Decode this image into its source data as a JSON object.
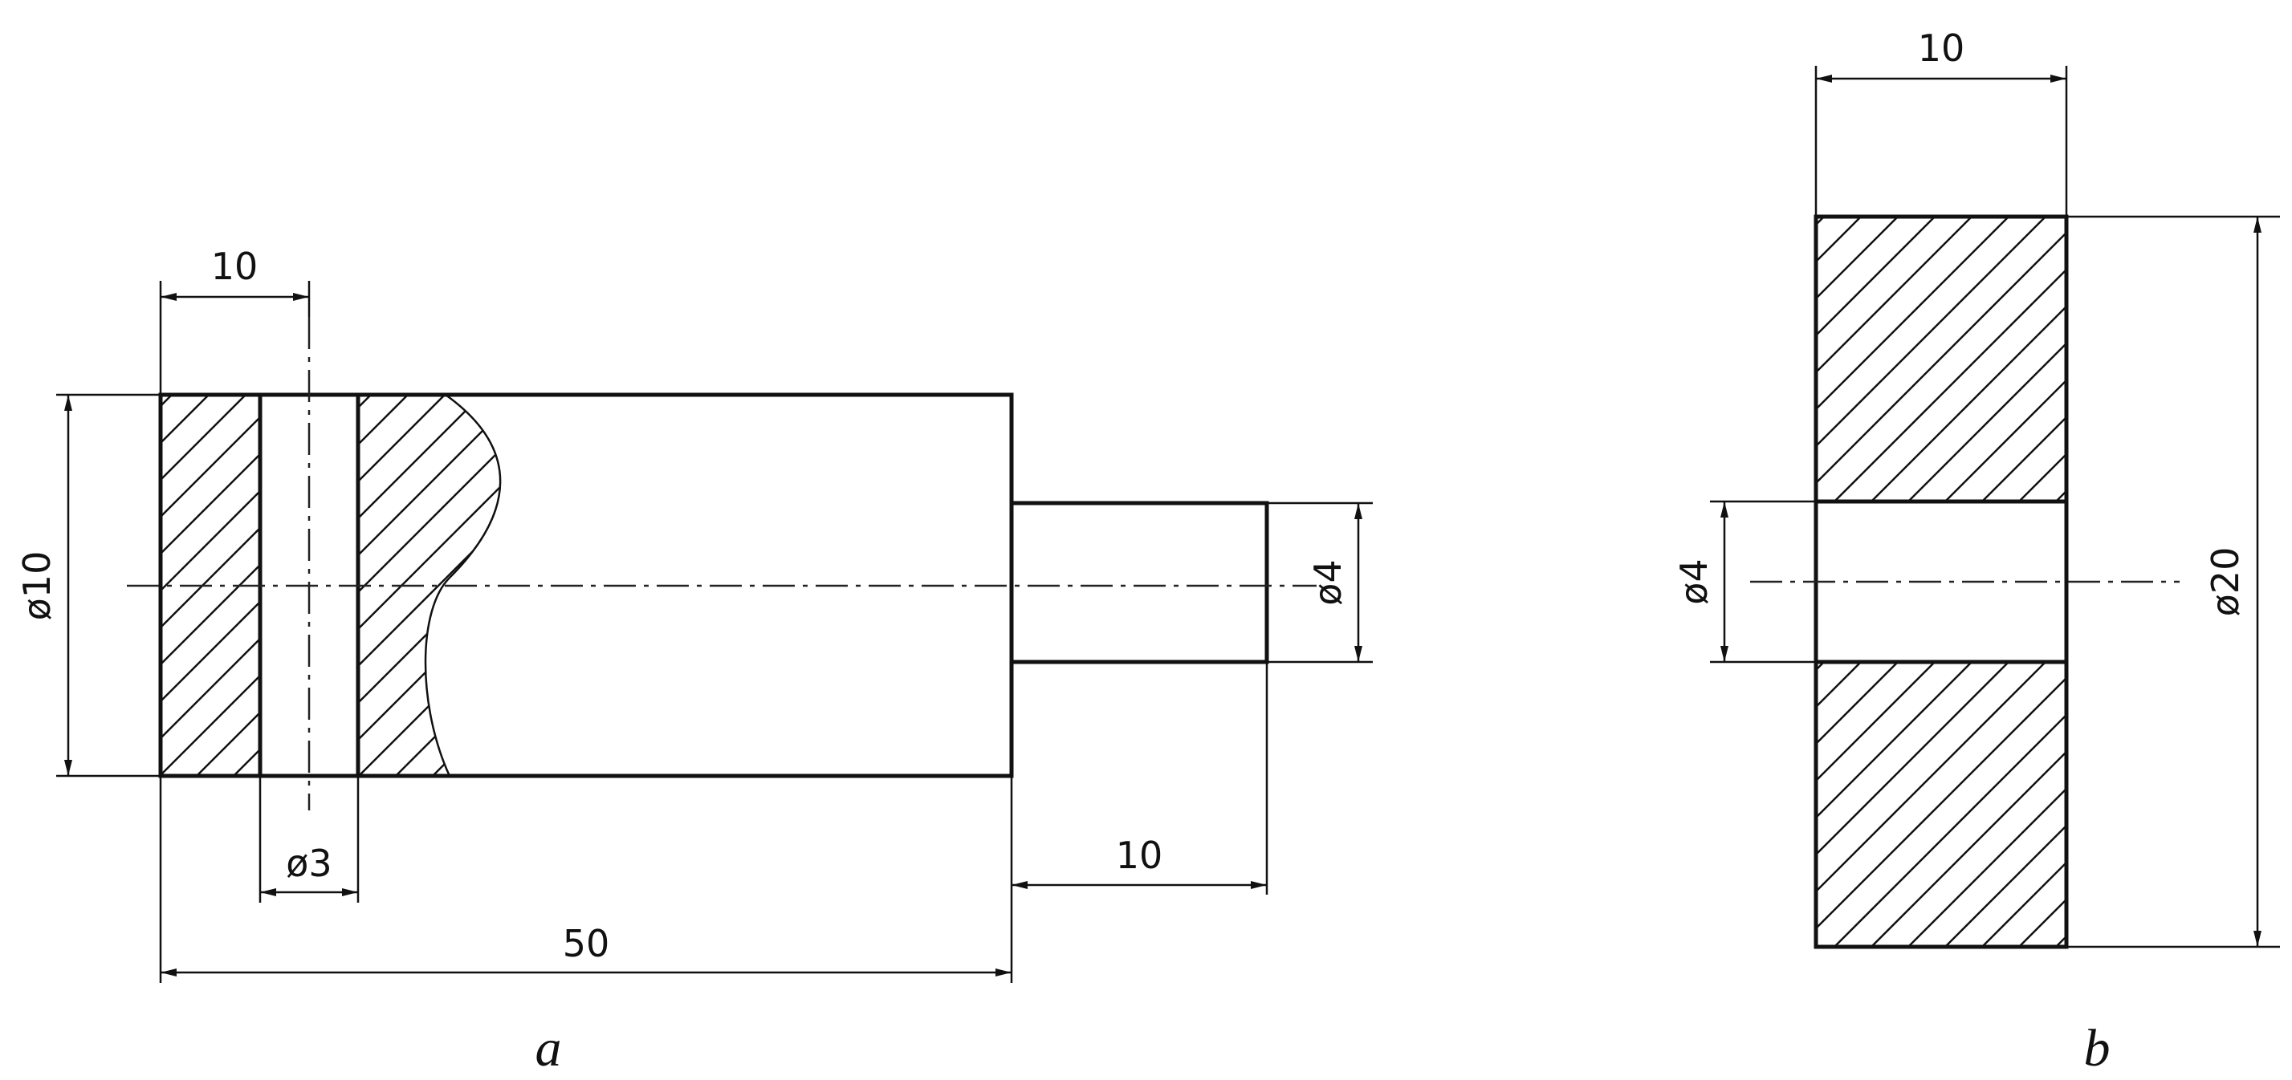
{
  "figure_a": {
    "caption": "a",
    "dimensions": {
      "hole_spacing": "10",
      "outer_diameter": "ø10",
      "hole_diameter": "ø3",
      "total_length": "50",
      "shaft_length": "10",
      "shaft_diameter": "ø4"
    }
  },
  "figure_b": {
    "caption": "b",
    "dimensions": {
      "width": "10",
      "bore_diameter": "ø4",
      "outer_diameter": "ø20"
    }
  },
  "colors": {
    "line": "#111111",
    "background": "#ffffff"
  }
}
